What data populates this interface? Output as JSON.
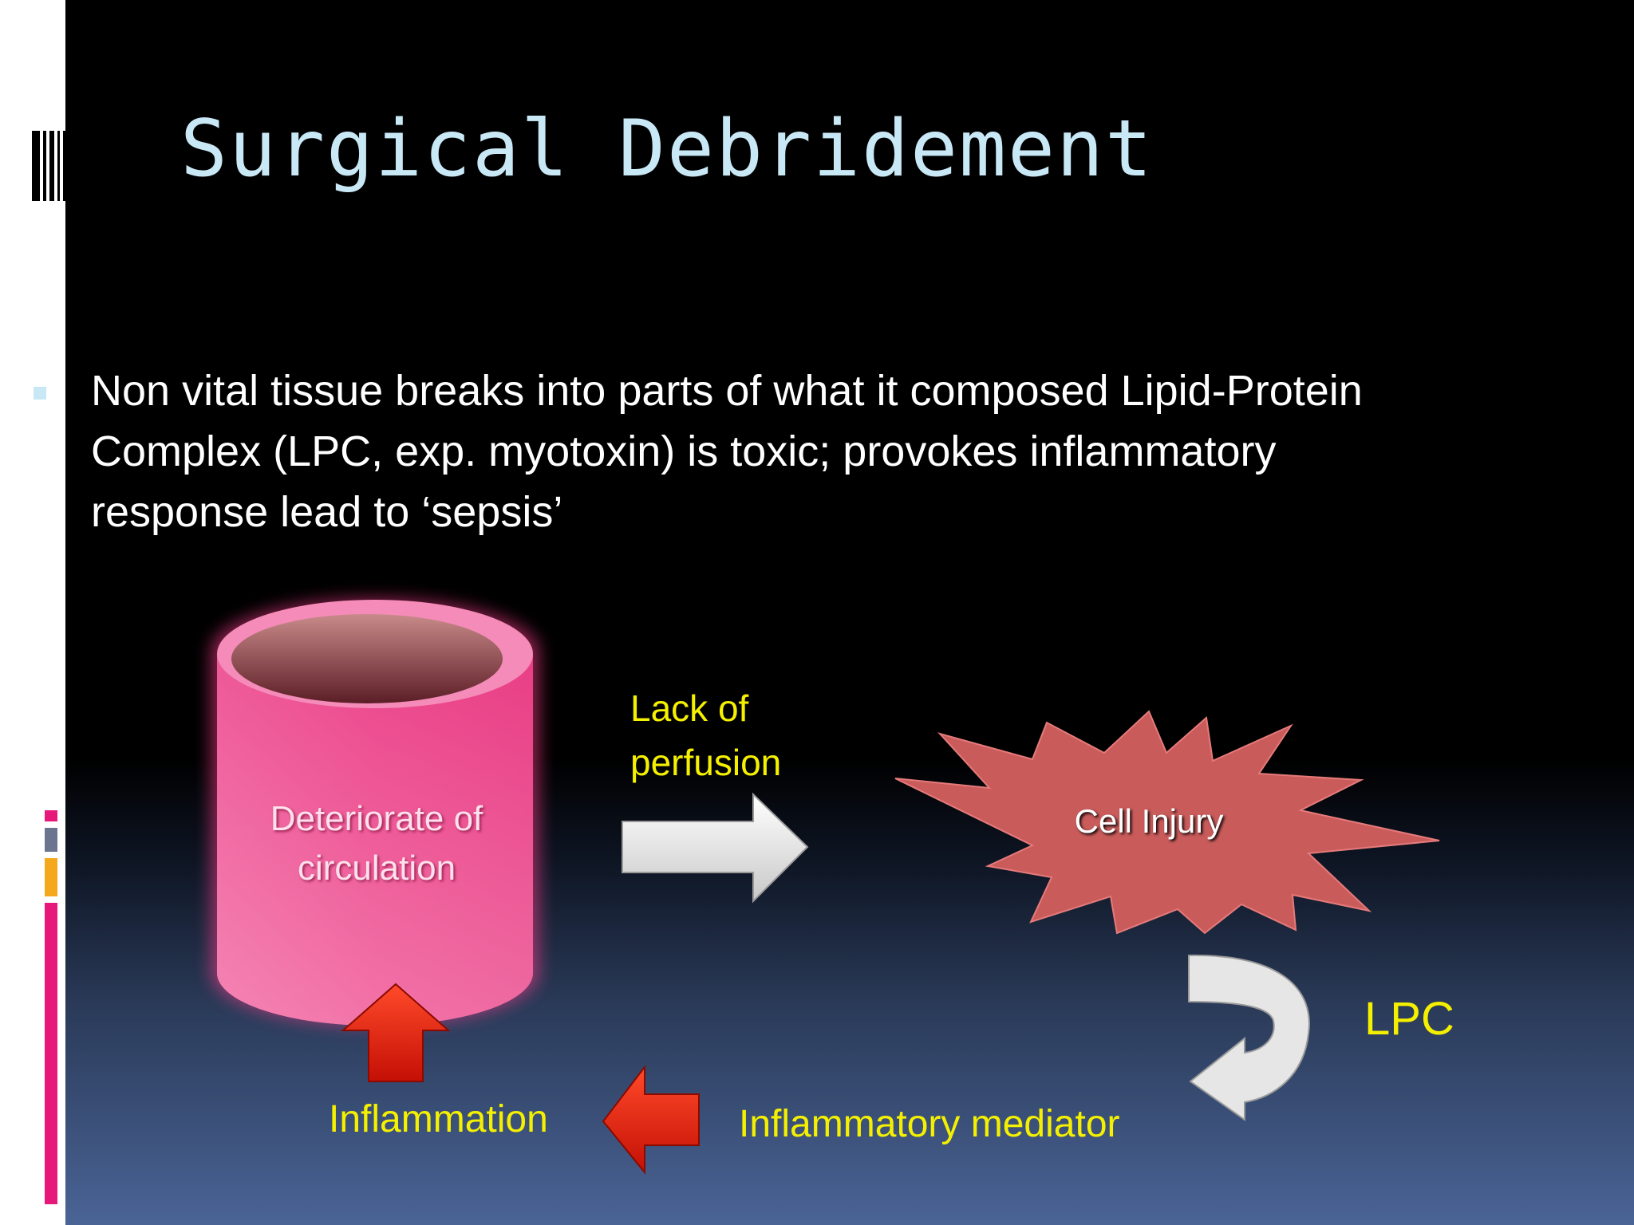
{
  "slide": {
    "title": "Surgical Debridement",
    "body": "Non vital tissue breaks into parts of what it composed Lipid-Protein Complex (LPC, exp. myotoxin) is toxic; provokes inflammatory response lead to ‘sepsis’"
  },
  "diagram": {
    "cylinder_label": "Deteriorate of circulation",
    "arrow_label": "Lack of perfusion",
    "star_label": "Cell Injury",
    "curve_label": "LPC",
    "mediator_label": "Inflammatory mediator",
    "inflammation_label": "Inflammation"
  },
  "colors": {
    "title": "#c9e8f6",
    "label_yellow": "#f5f000",
    "cylinder_pink": "#ee4a8e",
    "star_red": "#c95b5b",
    "arrow_red": "#e8190a",
    "accent_pink": "#e6197a",
    "accent_orange": "#f4a81c"
  },
  "icons": [
    "right-arrow-icon",
    "curved-arrow-icon",
    "left-arrow-icon",
    "up-arrow-icon"
  ]
}
